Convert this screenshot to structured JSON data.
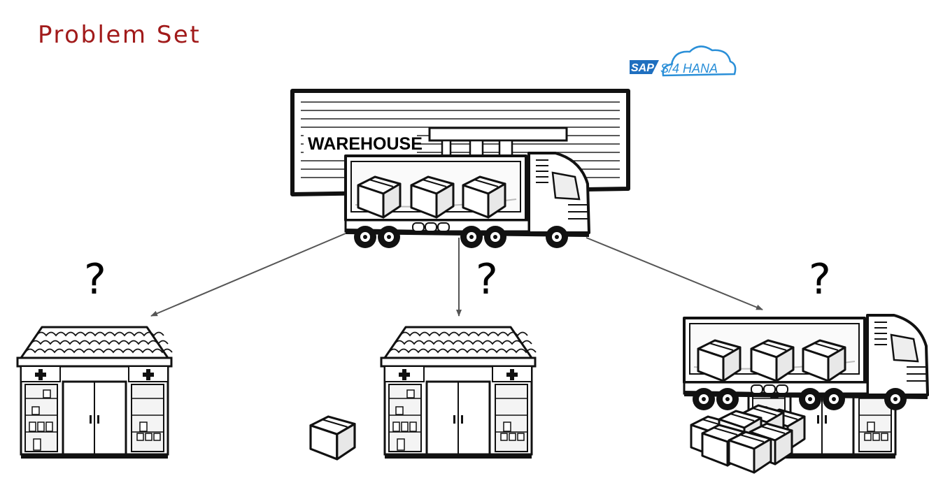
{
  "title": "Problem Set",
  "warehouse": {
    "label": "WAREHOUSE"
  },
  "logo": {
    "sap": "SAP",
    "product": "S/4 HANA",
    "sap_color": "#1f6fbf",
    "product_color": "#2a8fd8"
  },
  "destinations": [
    {
      "question": "?"
    },
    {
      "question": "?"
    },
    {
      "question": "?"
    }
  ],
  "colors": {
    "title": "#a11a1a",
    "ink": "#111111",
    "arrow": "#555555"
  }
}
